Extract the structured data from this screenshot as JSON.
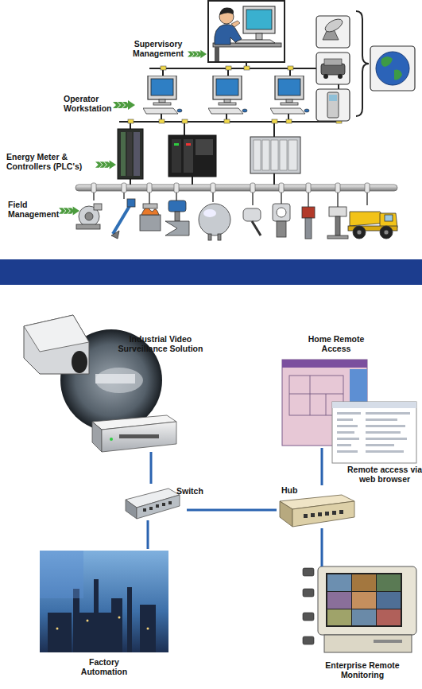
{
  "diagram": {
    "nodes": [
      {
        "text": [
          "Industrial Video Surveillance Solution"
        ]
      },
      {
        "text": [
          "Home Remote Access"
        ]
      },
      {
        "text": [
          "Switch"
        ]
      },
      {
        "text": [
          "Hub"
        ]
      },
      {
        "text": [
          "Factory Automation"
        ]
      },
      {
        "text": [
          "Enterprise Remote Monitoring"
        ]
      }
    ],
    "edges": [
      {
        "from": 0,
        "to": 2,
        "arrow": "none"
      },
      {
        "from": 2,
        "to": 3,
        "arrow": "none"
      },
      {
        "from": 3,
        "to": 1,
        "arrow": "none"
      },
      {
        "from": 2,
        "to": 4,
        "arrow": "none"
      },
      {
        "from": 3,
        "to": 5,
        "arrow": "none"
      }
    ],
    "labels": [
      "Supervisory Management",
      "Operator Workstation",
      "Energy Meter & Controllers (PLC's)",
      "Field Management",
      "Remote access via web browser"
    ]
  }
}
